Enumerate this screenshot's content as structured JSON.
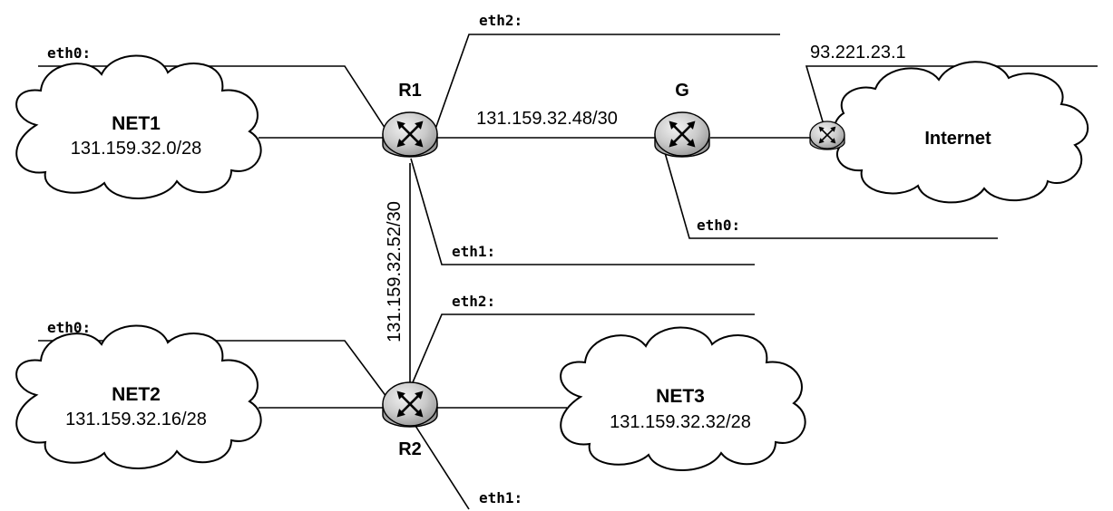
{
  "routers": {
    "r1": {
      "name": "R1"
    },
    "g": {
      "name": "G"
    },
    "r2": {
      "name": "R2"
    }
  },
  "networks": {
    "net1": {
      "name": "NET1",
      "cidr": "131.159.32.0/28"
    },
    "net2": {
      "name": "NET2",
      "cidr": "131.159.32.16/28"
    },
    "net3": {
      "name": "NET3",
      "cidr": "131.159.32.32/28"
    },
    "internet": {
      "name": "Internet"
    }
  },
  "links": {
    "r1_g": "131.159.32.48/30",
    "r1_r2": "131.159.32.52/30",
    "uplink": "93.221.23.1"
  },
  "interfaces": {
    "r1_eth0": "eth0:",
    "r1_eth1": "eth1:",
    "r1_eth2": "eth2:",
    "g_eth0": "eth0:",
    "r2_eth0": "eth0:",
    "r2_eth1": "eth1:",
    "r2_eth2": "eth2:"
  },
  "colors": {
    "router_body": "#b8b8b8",
    "router_top": "#cfcfcf",
    "lines": "#000000"
  }
}
